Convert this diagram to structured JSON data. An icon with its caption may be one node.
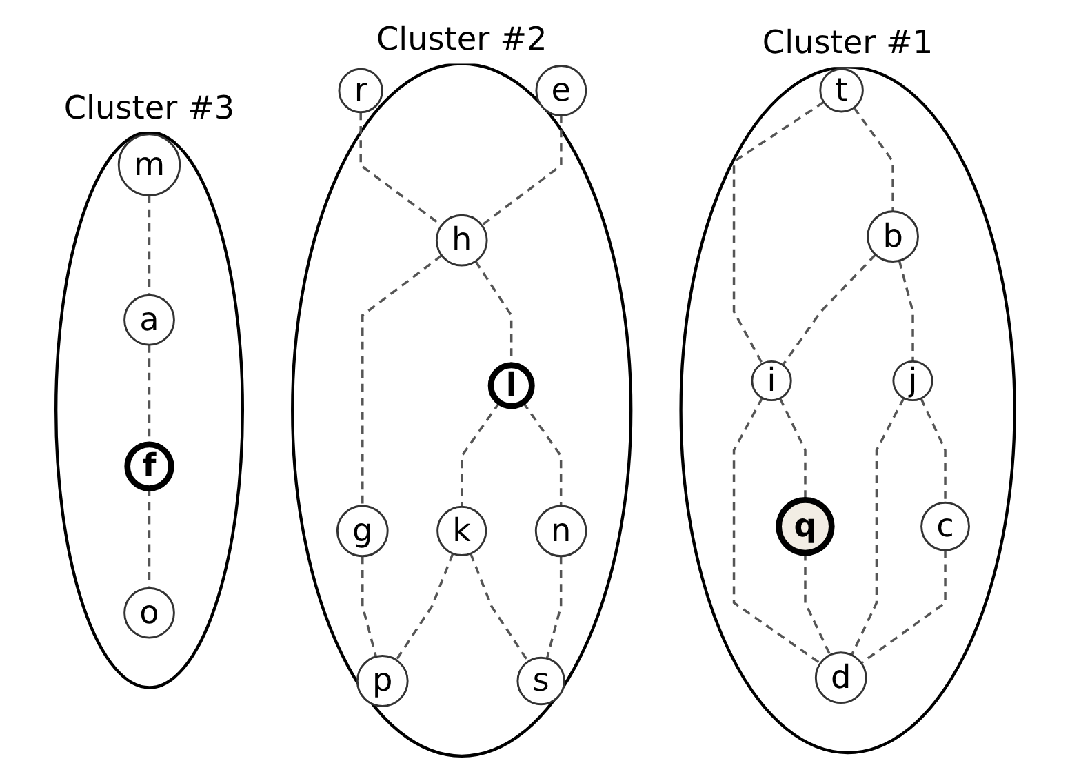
{
  "diagram": {
    "nodes": [
      {
        "text": [
          "Cluster #1"
        ]
      },
      {
        "text": [
          "t"
        ],
        "in": 0
      },
      {
        "text": [
          "b"
        ],
        "in": 0
      },
      {
        "text": [
          "i"
        ],
        "in": 0
      },
      {
        "text": [
          "q"
        ],
        "in": 0
      },
      {
        "text": [
          "j"
        ],
        "in": 0
      },
      {
        "text": [
          "d"
        ],
        "in": 0
      },
      {
        "text": [
          "c"
        ],
        "in": 0
      },
      {
        "text": [
          "Cluster #2"
        ]
      },
      {
        "text": [
          "r"
        ],
        "in": 8
      },
      {
        "text": [
          "e"
        ],
        "in": 8
      },
      {
        "text": [
          "h"
        ],
        "in": 8
      },
      {
        "text": [
          "l"
        ],
        "in": 8
      },
      {
        "text": [
          "g"
        ],
        "in": 8
      },
      {
        "text": [
          "n"
        ],
        "in": 8
      },
      {
        "text": [
          "k"
        ],
        "in": 8
      },
      {
        "text": [
          "s"
        ],
        "in": 8
      },
      {
        "text": [
          "p"
        ],
        "in": 8
      },
      {
        "text": [
          "Cluster #3"
        ]
      },
      {
        "text": [
          "m"
        ],
        "in": 18
      },
      {
        "text": [
          "a"
        ],
        "in": 18
      },
      {
        "text": [
          "f"
        ],
        "in": 18
      },
      {
        "text": [
          "o"
        ],
        "in": 18
      }
    ],
    "edges": [
      {
        "from": 1,
        "to": 2,
        "arrow": "none",
        "style": "dashed"
      },
      {
        "from": 1,
        "to": 3,
        "arrow": "none",
        "style": "dashed"
      },
      {
        "from": 2,
        "to": 3,
        "arrow": "none",
        "style": "dashed"
      },
      {
        "from": 2,
        "to": 5,
        "arrow": "none",
        "style": "dashed"
      },
      {
        "from": 3,
        "to": 6,
        "arrow": "none",
        "style": "dashed"
      },
      {
        "from": 3,
        "to": 4,
        "arrow": "none",
        "style": "dashed"
      },
      {
        "from": 4,
        "to": 6,
        "arrow": "none",
        "style": "dashed"
      },
      {
        "from": 5,
        "to": 6,
        "arrow": "none",
        "style": "dashed"
      },
      {
        "from": 5,
        "to": 7,
        "arrow": "none",
        "style": "dashed"
      },
      {
        "from": 7,
        "to": 6,
        "arrow": "none",
        "style": "dashed"
      },
      {
        "from": 9,
        "to": 11,
        "arrow": "none",
        "style": "dashed"
      },
      {
        "from": 10,
        "to": 11,
        "arrow": "none",
        "style": "dashed"
      },
      {
        "from": 11,
        "to": 13,
        "arrow": "none",
        "style": "dashed"
      },
      {
        "from": 11,
        "to": 12,
        "arrow": "none",
        "style": "dashed"
      },
      {
        "from": 12,
        "to": 14,
        "arrow": "none",
        "style": "dashed"
      },
      {
        "from": 12,
        "to": 15,
        "arrow": "none",
        "style": "dashed"
      },
      {
        "from": 13,
        "to": 17,
        "arrow": "none",
        "style": "dashed"
      },
      {
        "from": 15,
        "to": 17,
        "arrow": "none",
        "style": "dashed"
      },
      {
        "from": 15,
        "to": 16,
        "arrow": "none",
        "style": "dashed"
      },
      {
        "from": 14,
        "to": 16,
        "arrow": "none",
        "style": "dashed"
      },
      {
        "from": 19,
        "to": 20,
        "arrow": "none",
        "style": "dashed"
      },
      {
        "from": 20,
        "to": 21,
        "arrow": "none",
        "style": "dashed"
      },
      {
        "from": 21,
        "to": 22,
        "arrow": "none",
        "style": "dashed"
      }
    ]
  }
}
